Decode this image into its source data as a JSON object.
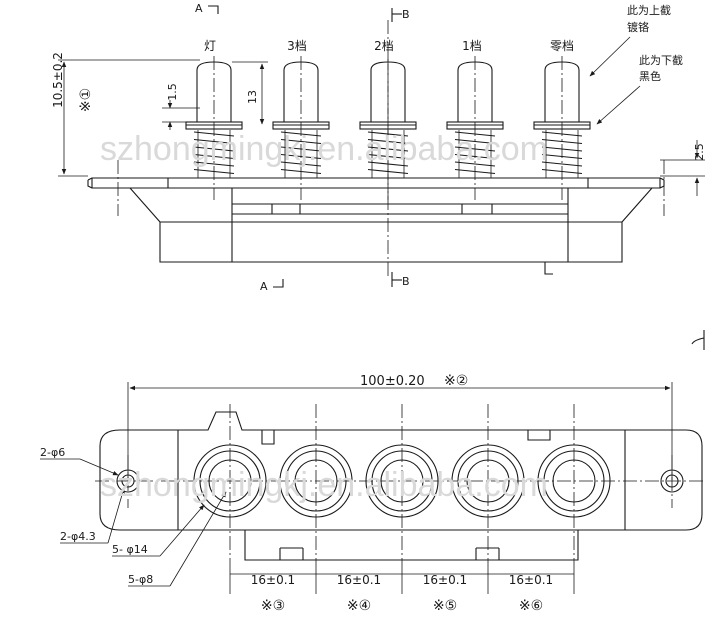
{
  "top_view": {
    "section_a_top": "A",
    "section_a_bottom": "A",
    "section_b_top": "B",
    "section_b_bottom": "B",
    "button_labels": [
      "灯",
      "3档",
      "2档",
      "1档",
      "零档"
    ],
    "note_upper_line1": "此为上截",
    "note_upper_line2": "镀铬",
    "note_lower_line1": "此为下截",
    "note_lower_line2": "黑色",
    "dim_total_height": "10.5±0.2",
    "mark_1": "※①",
    "dim_upper_cap": "1.5",
    "dim_cap_height": "13",
    "dim_right": "2.5"
  },
  "bottom_view": {
    "dim_overall": "100±0.20",
    "mark_2": "※②",
    "label_holes_6": "2-φ6",
    "label_holes_43": "2-φ4.3",
    "label_holes_14": "5- φ14",
    "label_holes_8": "5-φ8",
    "pitch_labels": [
      "16±0.1",
      "16±0.1",
      "16±0.1",
      "16±0.1"
    ],
    "pitch_marks": [
      "※③",
      "※④",
      "※⑤",
      "※⑥"
    ]
  },
  "watermark": "szhongmingkj.en.alibaba.com"
}
